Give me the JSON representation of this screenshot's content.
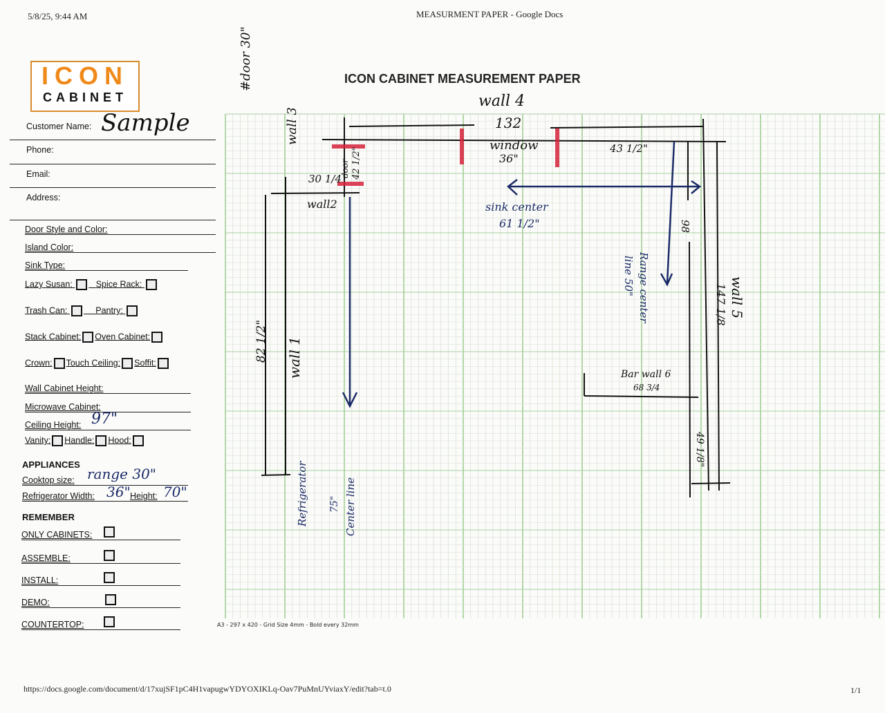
{
  "header": {
    "timestamp": "5/8/25, 9:44 AM",
    "doc_title": "MEASURMENT PAPER - Google Docs"
  },
  "footer": {
    "url": "https://docs.google.com/document/d/17xujSF1pC4H1vapugwYDYOXIKLq-Oav7PuMnUYviaxY/edit?tab=t.0",
    "page": "1/1"
  },
  "logo": {
    "line1": "ICON",
    "line2": "CABINET"
  },
  "title": "ICON CABINET MEASUREMENT PAPER",
  "form": {
    "customer_name_label": "Customer Name:",
    "customer_name_value": "Sample",
    "phone_label": "Phone:",
    "email_label": "Email:",
    "address_label": "Address:",
    "door_style_label": "Door Style and Color:",
    "island_color_label": "Island Color:",
    "sink_type_label": "Sink Type:",
    "lazy_susan": "Lazy Susan:",
    "spice_rack": "Spice Rack:",
    "trash_can": "Trash Can:",
    "pantry": "Pantry:",
    "stack_cabinet": "Stack Cabinet:",
    "oven_cabinet": "Oven Cabinet:",
    "crown": "Crown:",
    "touch_ceiling": "Touch Ceiling:",
    "soffit": "Soffit:",
    "wall_cabinet_height": "Wall Cabinet Height:",
    "microwave_cabinet": "Microwave Cabinet:",
    "ceiling_height_label": "Ceiling Height:",
    "ceiling_height_value": "97\"",
    "vanity": "Vanity:",
    "handle": "Handle:",
    "hood": "Hood:"
  },
  "appliances": {
    "heading": "APPLIANCES",
    "cooktop_label": "Cooktop size:",
    "cooktop_value": "range 30\"",
    "fridge_width_label": "Refrigerator Width:",
    "fridge_width_value": "36\"",
    "fridge_height_label": "Height:",
    "fridge_height_value": "70\""
  },
  "remember": {
    "heading": "REMEMBER",
    "items": [
      "ONLY CABINETS:",
      "ASSEMBLE:",
      "INSTALL:",
      "DEMO:",
      "COUNTERTOP:"
    ]
  },
  "grid_caption": "A3 - 297 x 420 - Grid Size 4mm - Bold every 32mm",
  "sketch": {
    "door_note": "#door 30\"",
    "wall1": "wall 1",
    "wall2": "wall2",
    "wall3": "wall 3",
    "wall4": "wall 4",
    "wall5": "wall 5",
    "wall4_len": "132",
    "window": "window",
    "window_w": "36\"",
    "door": "door",
    "door_h": "42 1/2\"",
    "dim_30": "30 1/4",
    "sink_center": "sink center",
    "sink_val": "61 1/2\"",
    "dim_43": "43 1/2\"",
    "dim_98": "98",
    "range_center": "Range center",
    "range_line": "line 50\"",
    "wall5_len": "147 1/8",
    "bar_wall": "Bar wall 6",
    "bar_len": "68 3/4",
    "dim_49": "49 1/8\"",
    "wall1_len": "82 1/2\"",
    "fridge": "Refrigerator",
    "fridge_val": "75\"",
    "center_line": "Center line"
  }
}
